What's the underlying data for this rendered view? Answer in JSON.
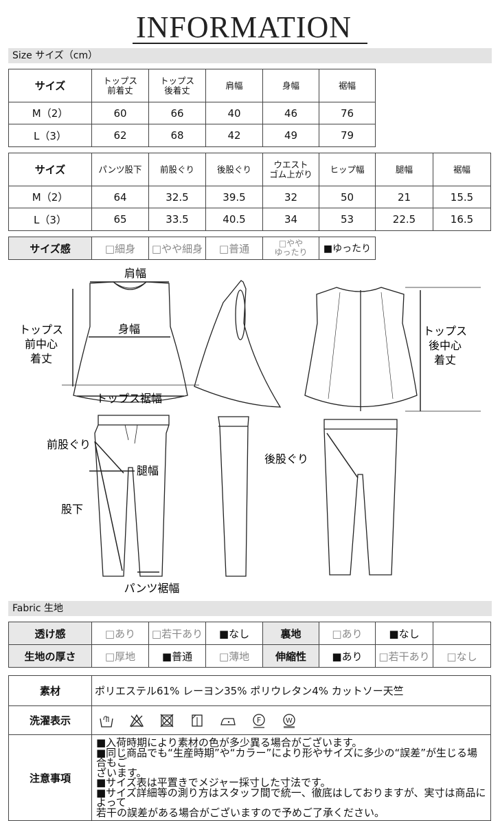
{
  "title": "INFORMATION",
  "size_section": {
    "label": "Size サイズ（cm）"
  },
  "tops_table": {
    "headers": [
      "サイズ",
      "トップス\n前着丈",
      "トップス\n後着丈",
      "肩幅",
      "身幅",
      "裾幅"
    ],
    "rows": [
      [
        "M（2）",
        "60",
        "66",
        "40",
        "46",
        "76"
      ],
      [
        "L（3）",
        "62",
        "68",
        "42",
        "49",
        "79"
      ]
    ]
  },
  "pants_table": {
    "headers": [
      "サイズ",
      "パンツ股下",
      "前股ぐり",
      "後股ぐり",
      "ウエスト\nゴム上がり",
      "ヒップ幅",
      "腿幅",
      "裾幅"
    ],
    "rows": [
      [
        "M（2）",
        "64",
        "32.5",
        "39.5",
        "32",
        "50",
        "21",
        "15.5"
      ],
      [
        "L（3）",
        "65",
        "33.5",
        "40.5",
        "34",
        "53",
        "22.5",
        "16.5"
      ]
    ]
  },
  "size_feel": {
    "label": "サイズ感",
    "options": [
      {
        "text": "□細身",
        "selected": false
      },
      {
        "text": "□やや細身",
        "selected": false
      },
      {
        "text": "□普通",
        "selected": false
      },
      {
        "text": "□やや\nゆったり",
        "selected": false
      },
      {
        "text": "■ゆったり",
        "selected": true
      }
    ]
  },
  "diagram_labels": {
    "shoulder": "肩幅",
    "tops_front_length": "トップス\n前中心\n着丈",
    "body_width": "身幅",
    "tops_hem": "トップス裾幅",
    "tops_back_length": "トップス\n後中心\n着丈",
    "front_rise": "前股ぐり",
    "thigh": "腿幅",
    "inseam": "股下",
    "pants_hem": "パンツ裾幅",
    "back_rise": "後股ぐり"
  },
  "fabric_section": {
    "label": "Fabric 生地"
  },
  "fabric_table": {
    "row1": {
      "label1": "透け感",
      "opts1": [
        {
          "text": "□あり",
          "selected": false
        },
        {
          "text": "□若干あり",
          "selected": false
        },
        {
          "text": "■なし",
          "selected": true
        }
      ],
      "label2": "裏地",
      "opts2": [
        {
          "text": "□あり",
          "selected": false
        },
        {
          "text": "■なし",
          "selected": true
        },
        {
          "text": "",
          "selected": false
        }
      ]
    },
    "row2": {
      "label1": "生地の厚さ",
      "opts1": [
        {
          "text": "□厚地",
          "selected": false
        },
        {
          "text": "■普通",
          "selected": true
        },
        {
          "text": "□薄地",
          "selected": false
        }
      ],
      "label2": "伸縮性",
      "opts2": [
        {
          "text": "■あり",
          "selected": true
        },
        {
          "text": "□若干あり",
          "selected": false
        },
        {
          "text": "□なし",
          "selected": false
        }
      ]
    }
  },
  "care_table": {
    "material_label": "素材",
    "material_value": "ポリエステル61% レーヨン35% ポリウレタン4%  カットソー天竺",
    "wash_label": "洗濯表示",
    "wash_icons": [
      "hand-wash-icon",
      "no-bleach-icon",
      "no-tumble-dry-icon",
      "line-dry-shade-icon",
      "iron-low-icon",
      "dry-clean-f-icon",
      "wet-clean-w-icon"
    ],
    "notes_label": "注意事項",
    "notes": [
      "■入荷時期により素材の色が多少異る場合がございます。",
      "■同じ商品でも“生産時期”や“カラー”により形やサイズに多少の“誤差”が生じる場合もご",
      "ざいます。",
      "■サイズ表は平置きでメジャー採寸した寸法です。",
      "■サイズ詳細等の測り方はスタッフ間で統一、徹底はしておりますが、実寸は商品によって",
      "若干の誤差がある場合がございますので予めご了承ください。"
    ]
  }
}
